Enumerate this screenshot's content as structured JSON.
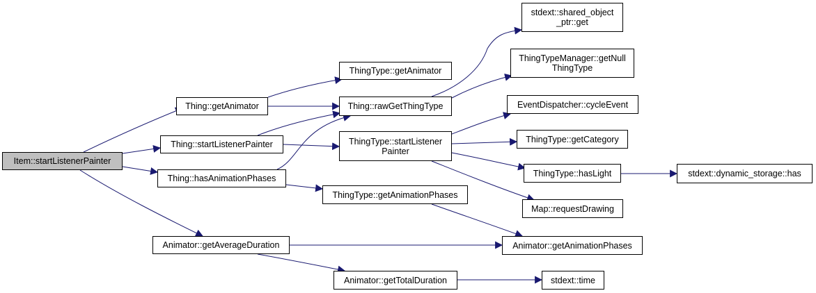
{
  "colors": {
    "edge": "#191970",
    "root_fill": "#bfbfbf",
    "node_fill": "#ffffff",
    "border": "#000000"
  },
  "nodes": {
    "root": "Item::startListenerPainter",
    "thing_get_animator": "Thing::getAnimator",
    "thing_start_listener_painter": "Thing::startListenerPainter",
    "thing_has_animation_phases": "Thing::hasAnimationPhases",
    "animator_get_average_duration": "Animator::getAverageDuration",
    "thingtype_get_animator": "ThingType::getAnimator",
    "thing_raw_get_thing_type": "Thing::rawGetThingType",
    "thingtype_start_listener_painter": "ThingType::startListener\nPainter",
    "thingtype_get_animation_phases": "ThingType::getAnimationPhases",
    "animator_get_total_duration": "Animator::getTotalDuration",
    "stdext_shared_object_ptr_get": "stdext::shared_object\n_ptr::get",
    "thingtypemanager_get_null_thing_type": "ThingTypeManager::getNull\nThingType",
    "eventdispatcher_cycle_event": "EventDispatcher::cycleEvent",
    "thingtype_get_category": "ThingType::getCategory",
    "thingtype_has_light": "ThingType::hasLight",
    "map_request_drawing": "Map::requestDrawing",
    "animator_get_animation_phases": "Animator::getAnimationPhases",
    "stdext_time": "stdext::time",
    "stdext_dynamic_storage_has": "stdext::dynamic_storage::has"
  }
}
